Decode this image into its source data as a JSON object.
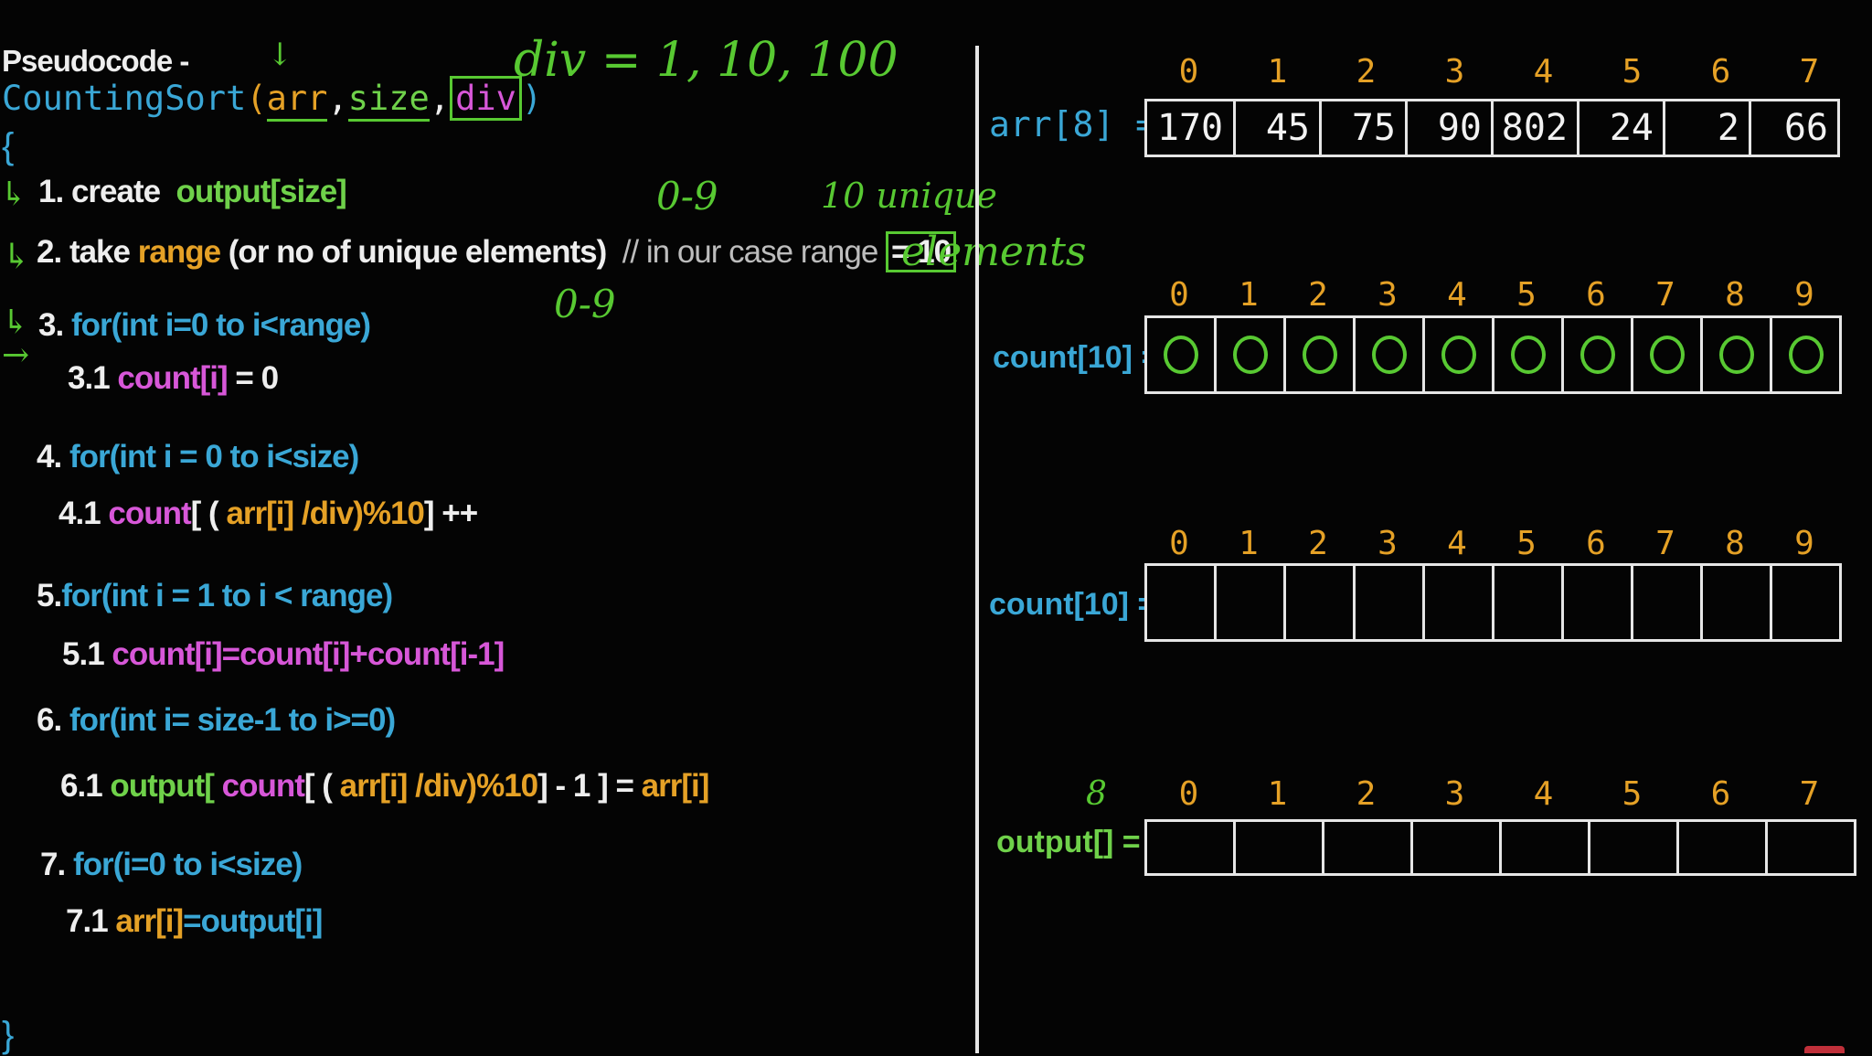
{
  "pseudocode": {
    "heading": "Pseudocode -",
    "signature": {
      "name": "CountingSort",
      "open": "(",
      "p1": "arr",
      "c1": ",",
      "p2": "size",
      "c2": ",",
      "p3": "div",
      "close": ")"
    },
    "brace_open": "{",
    "brace_close": "}",
    "step1": {
      "num": "1.",
      "kw": "create",
      "arg": "output[size]"
    },
    "step2": {
      "num": "2.",
      "kw": "take",
      "arg": "range",
      "rest": "(or no of unique elements)",
      "comment": "// in our case range",
      "value": "= 10"
    },
    "step3": {
      "num": "3.",
      "loop": "for(int i=0 to i<range)"
    },
    "step31": {
      "num": "3.1",
      "arr": "count[i]",
      "rest": "= 0"
    },
    "step4": {
      "num": "4.",
      "loop": "for(int i = 0 to i<size)"
    },
    "step41": {
      "num": "4.1",
      "count": "count",
      "open": "[ (",
      "arr": "arr[i] /div)%10",
      "close": "] ++"
    },
    "step5": {
      "num": "5.",
      "loop": "for(int i = 1 to i < range)"
    },
    "step51": {
      "num": "5.1",
      "expr": "count[i]=count[i]+count[i-1]"
    },
    "step6": {
      "num": "6.",
      "loop": "for(int i= size-1 to i>=0)"
    },
    "step61": {
      "num": "6.1",
      "out": "output[",
      "count": "count",
      "open": "[ (",
      "arr": "arr[i] /div)%10",
      "close": "] - 1",
      "mid": "] =",
      "rhs": "arr[i]"
    },
    "step7": {
      "num": "7.",
      "loop": "for(i=0 to i<size)"
    },
    "step71": {
      "num": "7.1",
      "lhs": "arr[i]",
      "rhs": "=output[i]"
    }
  },
  "handwriting": {
    "div": "div = 1, 10, 100",
    "range1": "0-9",
    "unique": "10 unique",
    "elements": "elements",
    "range2": "0-9",
    "eight": "8",
    "down_arrow": "↓",
    "hook_arrow": "↳",
    "right_arrow": "→"
  },
  "arrays": {
    "arr": {
      "label": "arr[8] =",
      "indices": [
        "0",
        "1",
        "2",
        "3",
        "4",
        "5",
        "6",
        "7"
      ],
      "values": [
        "170",
        "45",
        "75",
        "90",
        "802",
        "24",
        "2",
        "66"
      ]
    },
    "count1": {
      "label": "count[10] =",
      "indices": [
        "0",
        "1",
        "2",
        "3",
        "4",
        "5",
        "6",
        "7",
        "8",
        "9"
      ],
      "values": [
        "0",
        "0",
        "0",
        "0",
        "0",
        "0",
        "0",
        "0",
        "0",
        "0"
      ]
    },
    "count2": {
      "label": "count[10] =",
      "indices": [
        "0",
        "1",
        "2",
        "3",
        "4",
        "5",
        "6",
        "7",
        "8",
        "9"
      ]
    },
    "output": {
      "label": "output[] =",
      "indices": [
        "0",
        "1",
        "2",
        "3",
        "4",
        "5",
        "6",
        "7"
      ]
    }
  }
}
